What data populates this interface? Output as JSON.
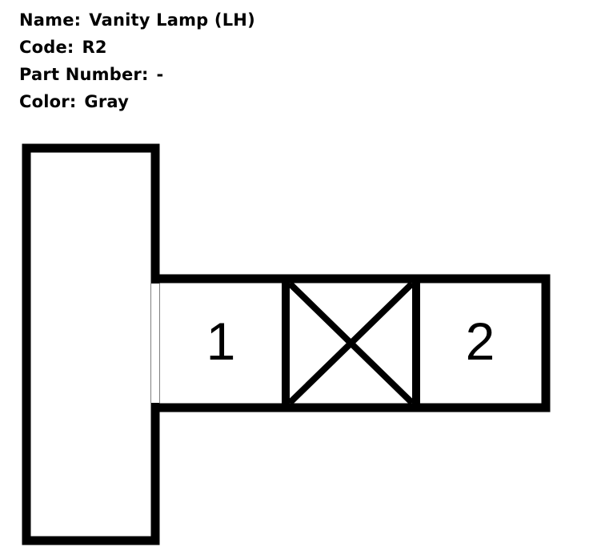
{
  "info": {
    "name_label": "Name:",
    "name_value": "Vanity Lamp (LH)",
    "code_label": "Code:",
    "code_value": "R2",
    "part_number_label": "Part Number:",
    "part_number_value": "-",
    "color_label": "Color:",
    "color_value": "Gray"
  },
  "connector": {
    "pins": [
      "1",
      "2"
    ],
    "empty_cavity_marker": "x-mark"
  }
}
